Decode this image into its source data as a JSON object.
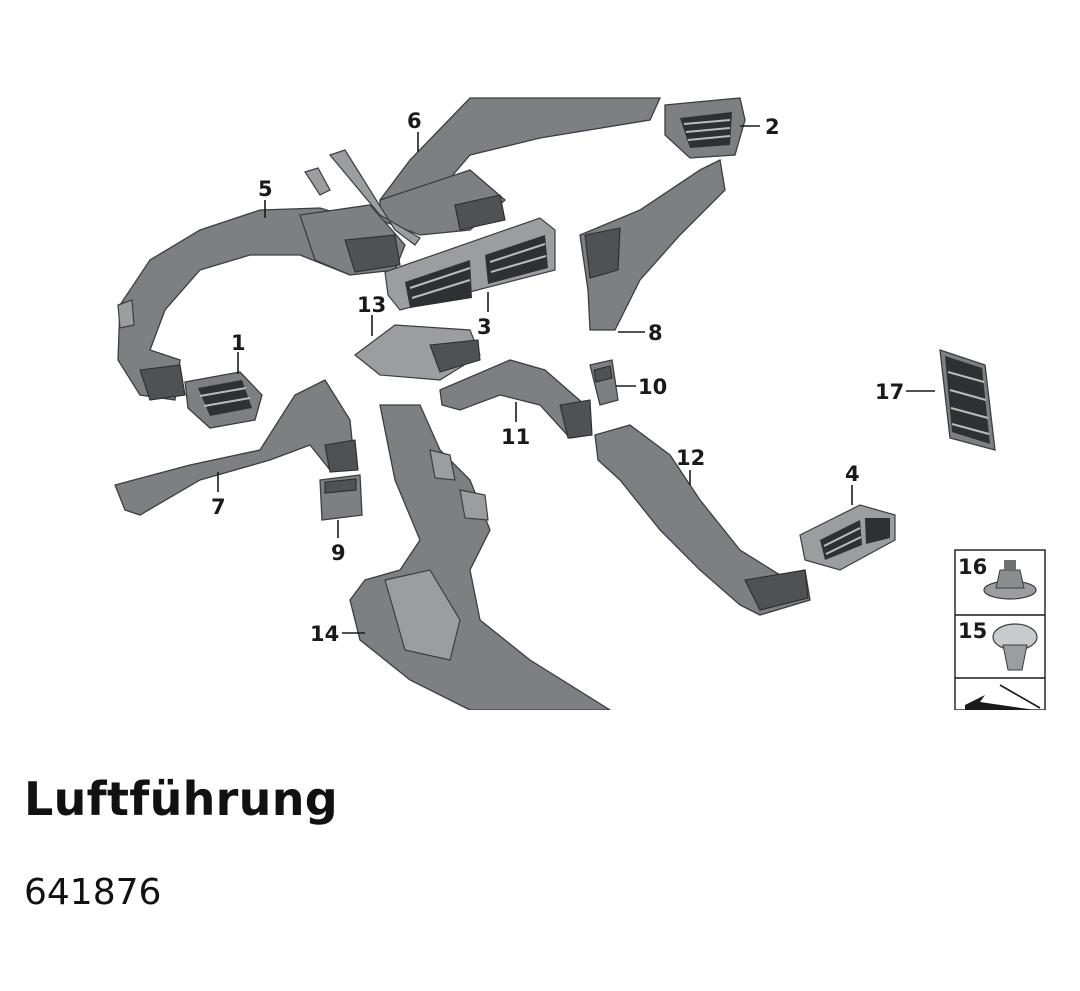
{
  "diagram": {
    "callouts": {
      "c1": "1",
      "c2": "2",
      "c3": "3",
      "c4": "4",
      "c5": "5",
      "c6": "6",
      "c7": "7",
      "c8": "8",
      "c9": "9",
      "c10": "10",
      "c11": "11",
      "c12": "12",
      "c13": "13",
      "c14": "14",
      "c15": "15",
      "c16": "16",
      "c17": "17"
    }
  },
  "title": "Luftführung",
  "part_number": "641876",
  "colors": {
    "background": "#ffffff",
    "part_fill": "#7d7f82",
    "text": "#111111"
  }
}
